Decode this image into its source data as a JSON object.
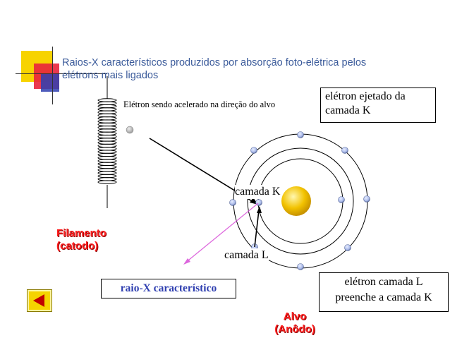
{
  "slide": {
    "title_line1": "Raios-X característicos produzidos por absorção foto-elétrica pelos",
    "title_line2": "elétrons mais ligados"
  },
  "labels": {
    "electron_accelerated": "Elétron sendo acelerado na direção do alvo",
    "ejected_line1": "elétron ejetado da",
    "ejected_line2": "camada K",
    "shell_k": "camada K",
    "shell_l": "camada L",
    "characteristic_xray": "raio-X característico",
    "fill_line1": "elétron camada L",
    "fill_line2": "preenche a camada K",
    "filament_line1": "Filamento",
    "filament_line2": "(catodo)",
    "target_line1": "Alvo",
    "target_line2": "(Anôdo)"
  },
  "navigation": {
    "back_icon": "left-arrow-icon"
  },
  "colors": {
    "title": "#3a5a9a",
    "accent_red": "#ff2020",
    "xray_line": "#dd66dd",
    "nucleus": "#f2c200",
    "electron": "#a8b8e8",
    "deco_yellow": "#f7d300",
    "deco_red": "#e8243c",
    "deco_blue": "#2f3fb0"
  }
}
